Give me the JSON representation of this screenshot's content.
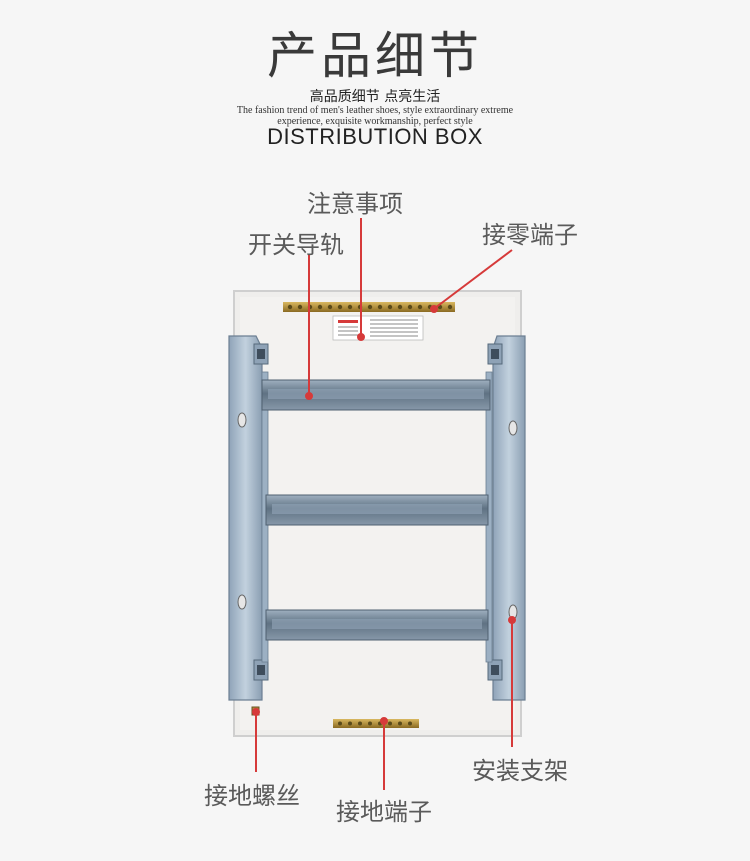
{
  "header": {
    "title": "产品细节",
    "subtitle": "高品质细节 点亮生活",
    "desc_line1": "The fashion trend of men's leather shoes, style extraordinary extreme",
    "desc_line2": "experience, exquisite workmanship, perfect style",
    "box_label": "DISTRIBUTION BOX"
  },
  "callouts": {
    "notice": "注意事项",
    "rail": "开关导轨",
    "neutral_terminal": "接零端子",
    "bracket": "安装支架",
    "ground_screw": "接地螺丝",
    "ground_terminal": "接地端子"
  },
  "colors": {
    "accent": "#d63a3a",
    "steel": "#a9bccf",
    "rail": "#6f8293",
    "box": "#efeeec"
  }
}
